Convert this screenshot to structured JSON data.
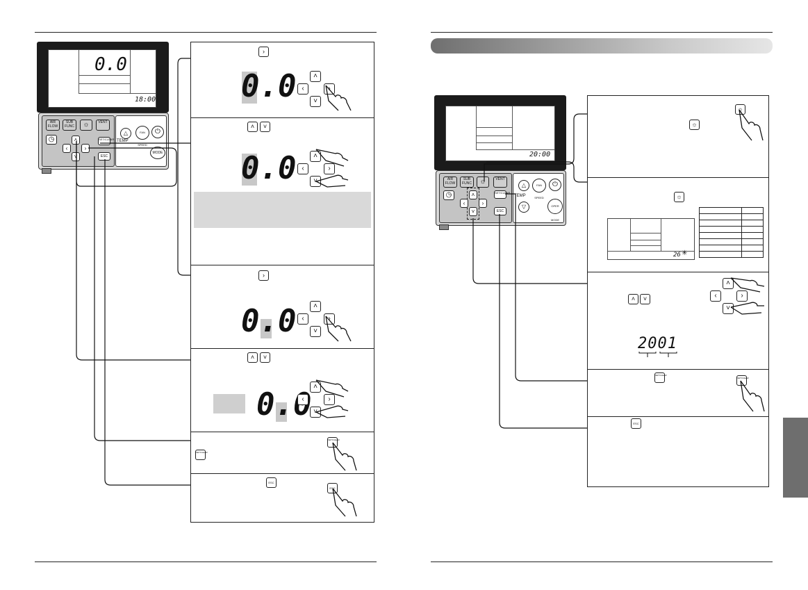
{
  "left_page": {
    "device": {
      "lcd_main_digit": "0.0",
      "lcd_time": "18:00",
      "keys": {
        "air_flow": "AIR FLOW",
        "sub_func": "SUB FUNC",
        "vent": "VENT",
        "temp": "TEMP",
        "fan_speed": "FAN SPEED",
        "mode": "MODE",
        "set_clear": "SET/CLEAR",
        "esc": "ESC"
      }
    },
    "steps": {
      "s1_digit": "0.0",
      "s2_digit": "0.0",
      "s3_digit": "0.0",
      "s4_digit": "0.0"
    }
  },
  "right_page": {
    "device": {
      "lcd_time": "20:00",
      "keys": {
        "air_flow": "AIR FLOW",
        "sub_func": "SUB FUNC",
        "vent": "VENT",
        "temp": "TEMP",
        "fan_speed": "FAN SPEED",
        "oper_mode": "OPER MODE",
        "set_clear": "SET/CLEAR",
        "esc": "ESC"
      }
    },
    "steps": {
      "s2_lcd_code": "26",
      "s3_code": "2001"
    }
  },
  "icons": {
    "right": "›",
    "left": "‹",
    "up": "˄",
    "down": "˅",
    "power": "⏻",
    "sun": "☼",
    "clock": "◷"
  }
}
